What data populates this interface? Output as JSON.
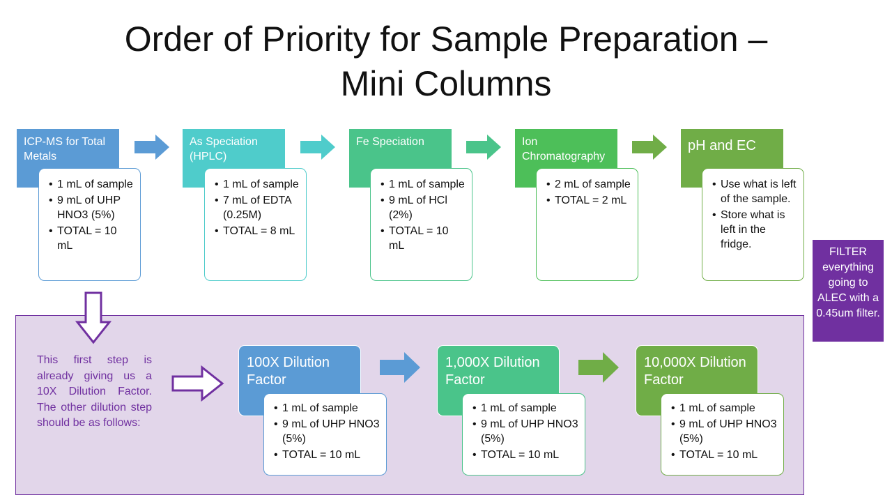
{
  "title_line1": "Order of Priority for Sample Preparation –",
  "title_line2": "Mini Columns",
  "colors": {
    "blue": "#5b9bd5",
    "teal": "#4fcccb",
    "seagreen": "#4ac48a",
    "green": "#4dbf59",
    "olive": "#70ad47",
    "purple": "#7030a0",
    "panel": "#e2d6ea"
  },
  "steps": [
    {
      "title": "ICP-MS for Total Metals",
      "items": [
        "1 mL of sample",
        "9 mL of UHP HNO3 (5%)",
        "TOTAL = 10 mL"
      ]
    },
    {
      "title": "As Speciation (HPLC)",
      "items": [
        "1 mL of sample",
        "7 mL of EDTA (0.25M)",
        "TOTAL = 8 mL"
      ]
    },
    {
      "title": "Fe Speciation",
      "items": [
        "1 mL of sample",
        "9 mL of HCl (2%)",
        "TOTAL = 10 mL"
      ]
    },
    {
      "title": "Ion Chromatography",
      "items": [
        "2 mL of sample",
        "TOTAL = 2 mL"
      ]
    },
    {
      "title": "pH and EC",
      "items": [
        "Use what is left of the sample.",
        "Store what is left in the fridge."
      ]
    }
  ],
  "filter_note": "FILTER everything going to ALEC with a 0.45um filter.",
  "dilution_note": "This first step is already giving us a 10X Dilution Factor. The other dilution step should be as follows:",
  "dilutions": [
    {
      "title": "100X Dilution Factor",
      "items": [
        "1 mL of sample",
        "9 mL of UHP HNO3 (5%)",
        "TOTAL = 10 mL"
      ]
    },
    {
      "title": "1,000X Dilution Factor",
      "items": [
        "1 mL of sample",
        "9 mL of UHP HNO3 (5%)",
        "TOTAL = 10 mL"
      ]
    },
    {
      "title": "10,000X Dilution Factor",
      "items": [
        "1 mL of sample",
        "9 mL of UHP HNO3 (5%)",
        "TOTAL = 10 mL"
      ]
    }
  ]
}
